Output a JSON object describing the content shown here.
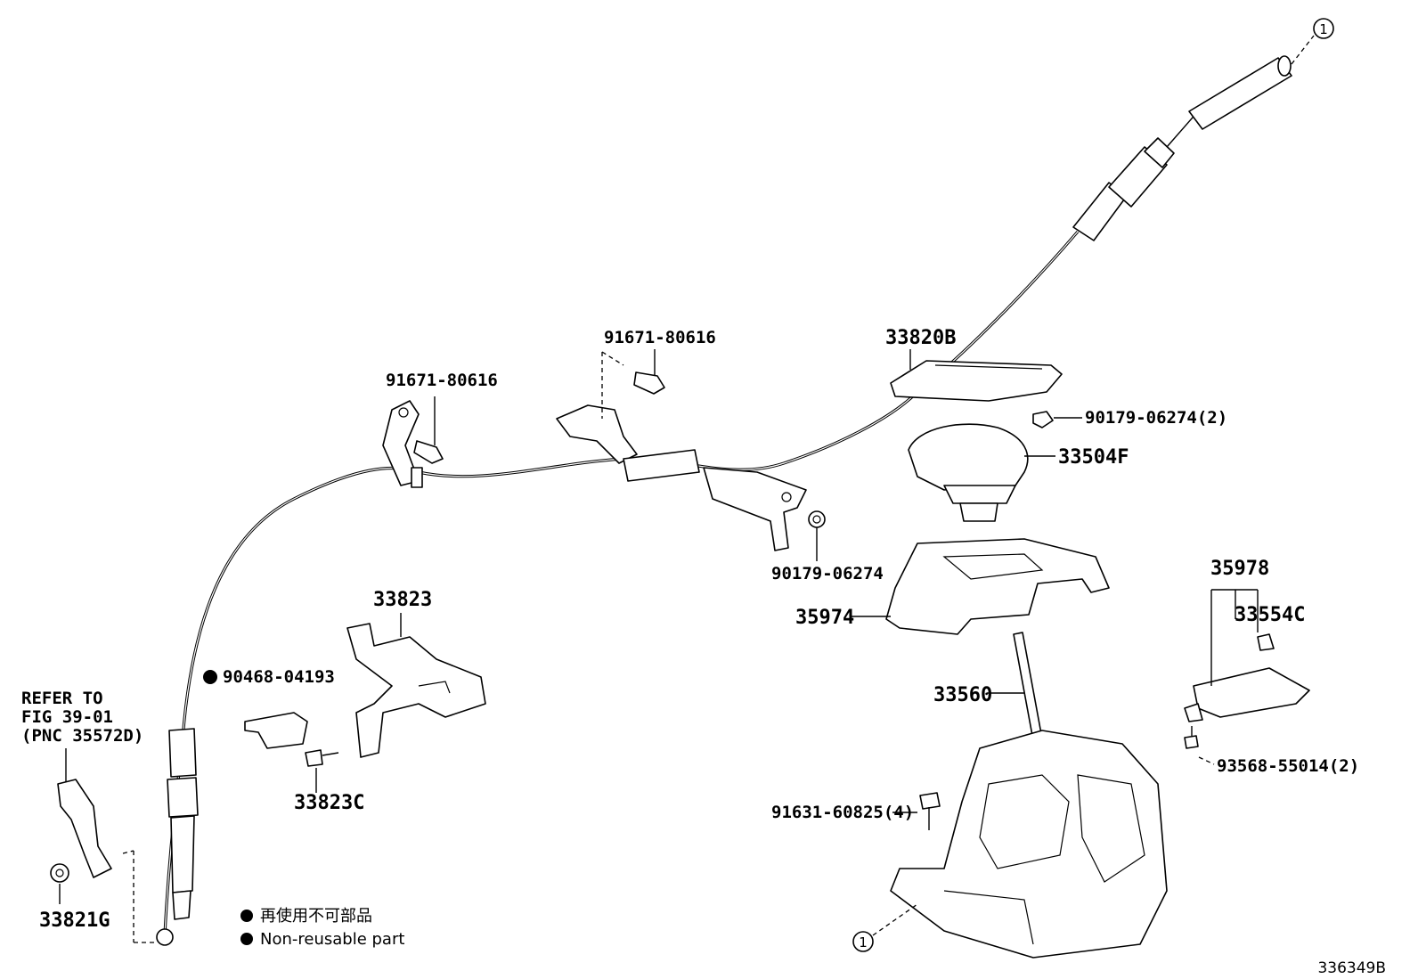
{
  "figure_id": "336349B",
  "ref_marker": "1",
  "labels": {
    "p_91671_a": "91671-80616",
    "p_91671_b": "91671-80616",
    "p_33820B": "33820B",
    "p_90179_06274_2": "90179-06274(2)",
    "p_33504F": "33504F",
    "p_90179_06274": "90179-06274",
    "p_35974": "35974",
    "p_35978": "35978",
    "p_33554C": "33554C",
    "p_33823": "33823",
    "p_90468": "90468-04193",
    "p_33823C": "33823C",
    "p_33560": "33560",
    "p_93568": "93568-55014(2)",
    "p_91631": "91631-60825(4)",
    "p_33821G": "33821G"
  },
  "refer": {
    "line1": "REFER TO",
    "line2": "FIG 39-01",
    "line3": "(PNC 35572D)"
  },
  "legend": {
    "jp": "再使用不可部品",
    "en": "Non-reusable part"
  }
}
